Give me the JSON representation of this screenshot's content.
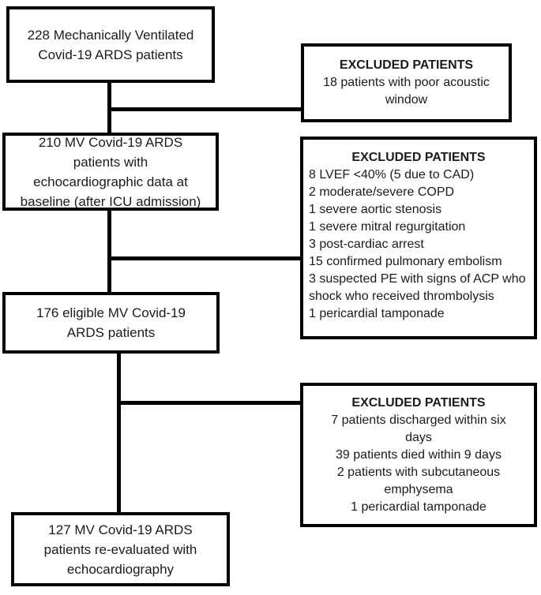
{
  "diagram": {
    "type": "patient-flowchart",
    "colors": {
      "box_border": "#000000",
      "text": "#1c1a1b",
      "background": "#ffffff"
    },
    "flow": [
      {
        "lines": [
          "228 Mechanically Ventilated",
          "Covid-19 ARDS patients"
        ]
      },
      {
        "lines": [
          "210 MV Covid-19 ARDS",
          "patients with",
          "echocardiographic data at",
          "baseline (after ICU admission)"
        ]
      },
      {
        "lines": [
          "176 eligible MV Covid-19",
          "ARDS patients"
        ]
      },
      {
        "lines": [
          "127 MV Covid-19 ARDS",
          "patients re-evaluated with",
          "echocardiography"
        ]
      }
    ],
    "excluded": [
      {
        "title": "EXCLUDED PATIENTS",
        "items": [
          "18 patients with poor acoustic window"
        ]
      },
      {
        "title": "EXCLUDED PATIENTS",
        "items": [
          "8 LVEF <40% (5 due to CAD)",
          "2 moderate/severe COPD",
          "1 severe aortic stenosis",
          "1 severe mitral regurgitation",
          "3 post-cardiac arrest",
          "15 confirmed pulmonary embolism",
          "3 suspected PE with signs of ACP who shock who received thrombolysis",
          "1 pericardial tamponade"
        ]
      },
      {
        "title": "EXCLUDED PATIENTS",
        "items": [
          "7 patients discharged within six days",
          "39 patients died within 9 days",
          "2 patients with subcutaneous emphysema",
          "1 pericardial tamponade"
        ]
      }
    ]
  }
}
